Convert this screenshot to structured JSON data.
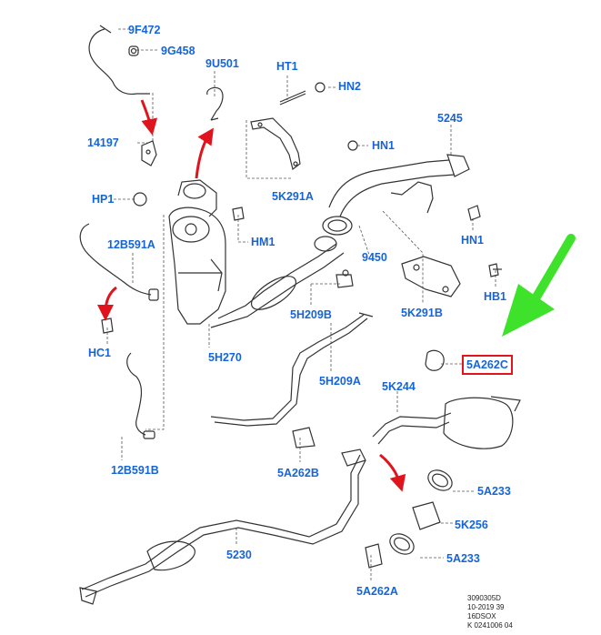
{
  "colors": {
    "callout_text": "#1565d8",
    "highlight_box": "#e0141c",
    "red_arrow": "#e0141c",
    "green_arrow": "#3ee22b",
    "part_line": "#333333",
    "leader_dashed": "#555555"
  },
  "callouts": {
    "c_9F472": "9F472",
    "c_9G458": "9G458",
    "c_9U501": "9U501",
    "c_HT1": "HT1",
    "c_HN2": "HN2",
    "c_5245": "5245",
    "c_14197": "14197",
    "c_HN1_top": "HN1",
    "c_5K291A": "5K291A",
    "c_HP1": "HP1",
    "c_HM1": "HM1",
    "c_12B591A": "12B591A",
    "c_9450": "9450",
    "c_HN1_right": "HN1",
    "c_HB1": "HB1",
    "c_5K291B": "5K291B",
    "c_5H209B": "5H209B",
    "c_HC1": "HC1",
    "c_5H270": "5H270",
    "c_5A262C": "5A262C",
    "c_5H209A": "5H209A",
    "c_5K244": "5K244",
    "c_12B591B": "12B591B",
    "c_5A262B": "5A262B",
    "c_5A233_top": "5A233",
    "c_5K256": "5K256",
    "c_5230": "5230",
    "c_5A233_bottom": "5A233",
    "c_5A262A": "5A262A"
  },
  "highlighted_callout": "5A262C",
  "reference_block": {
    "line1": "3090305D",
    "line2": "10-2019 39",
    "line3": "16DSOX",
    "line4": "K 0241006 04"
  }
}
